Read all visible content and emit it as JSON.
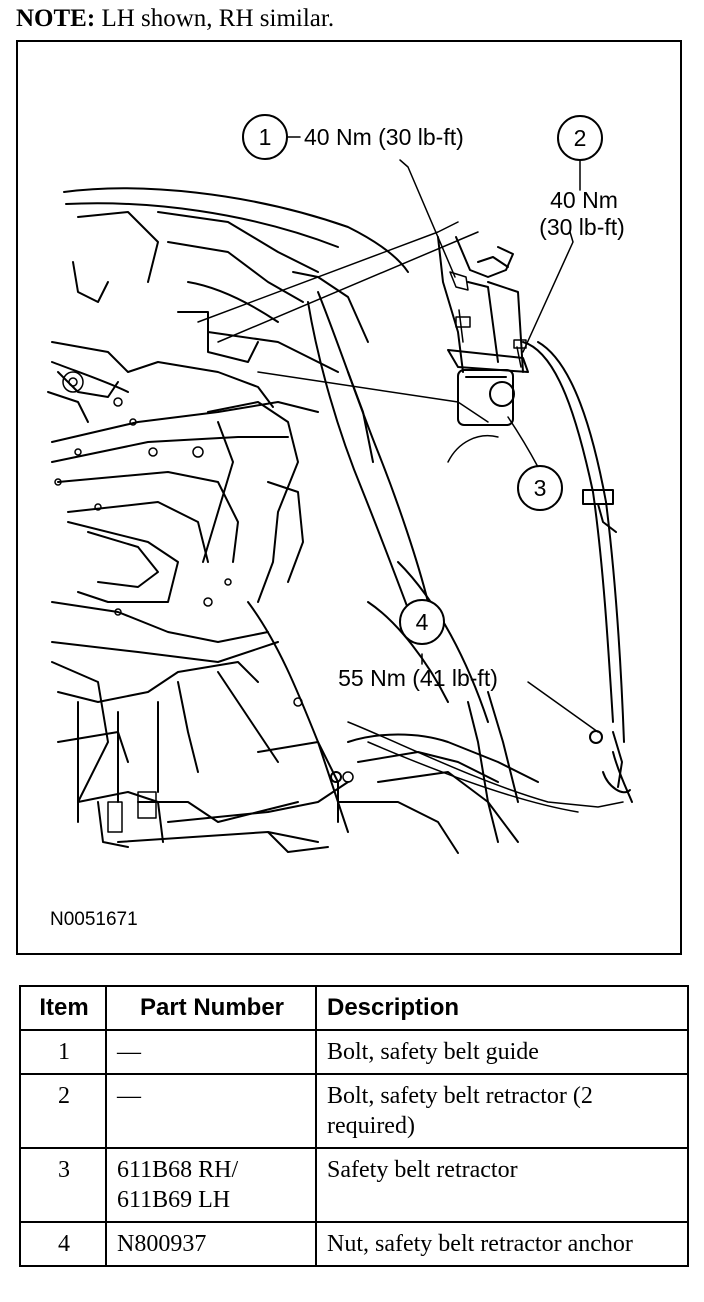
{
  "note": {
    "label": "NOTE:",
    "text": " LH shown, RH similar."
  },
  "figure": {
    "id": "N0051671",
    "callouts": [
      {
        "num": "1",
        "torque": "40 Nm (30 lb-ft)"
      },
      {
        "num": "2",
        "torque_line1": "40 Nm",
        "torque_line2": "(30 lb-ft)"
      },
      {
        "num": "3"
      },
      {
        "num": "4",
        "torque": "55 Nm (41 lb-ft)"
      }
    ]
  },
  "table": {
    "headers": [
      "Item",
      "Part Number",
      "Description"
    ],
    "rows": [
      {
        "item": "1",
        "part": "—",
        "description": "Bolt, safety belt guide"
      },
      {
        "item": "2",
        "part": "—",
        "description": "Bolt, safety belt retractor (2 required)"
      },
      {
        "item": "3",
        "part": "611B68 RH/ 611B69 LH",
        "description": "Safety belt retractor"
      },
      {
        "item": "4",
        "part": "N800937",
        "description": "Nut, safety belt retractor anchor"
      }
    ]
  }
}
